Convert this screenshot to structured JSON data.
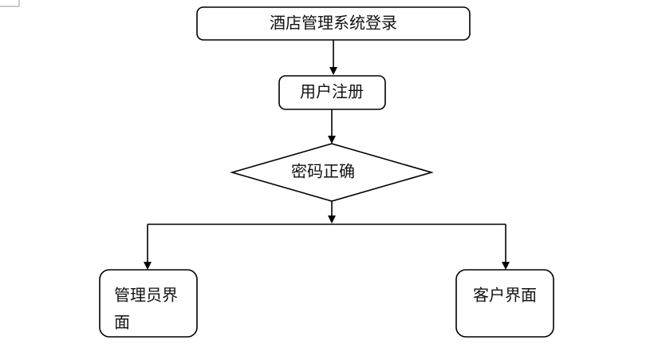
{
  "diagram": {
    "nodes": {
      "login": {
        "label": "酒店管理系统登录"
      },
      "register": {
        "label": "用户注册"
      },
      "password_check": {
        "label": "密码正确"
      },
      "admin_interface": {
        "line1": "管理员界",
        "line2": "面"
      },
      "customer_interface": {
        "label": "客户界面"
      }
    },
    "colors": {
      "stroke": "#000000",
      "fill": "#ffffff",
      "text": "#111111"
    }
  }
}
